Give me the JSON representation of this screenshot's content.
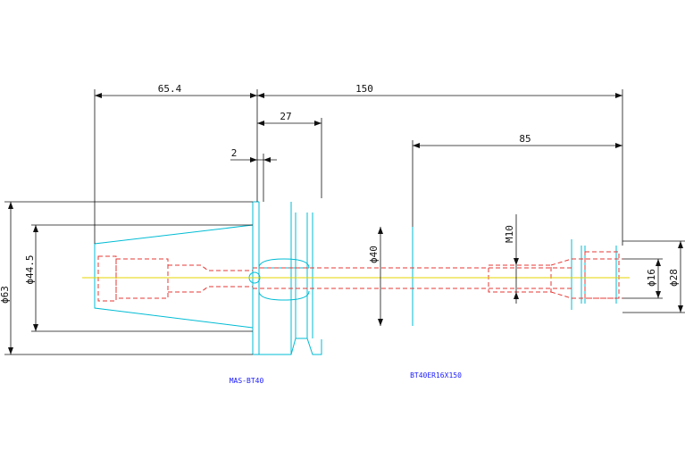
{
  "colors": {
    "outline": "#00bcd4",
    "hidden": "#e53935",
    "axis": "#e6d600",
    "dimension": "#111111",
    "label": "#1a1aff",
    "background": "#ffffff"
  },
  "dimensions": {
    "d_65_4": "65.4",
    "d_150": "150",
    "d_27": "27",
    "d_2": "2",
    "d_85": "85",
    "d_m10": "M10",
    "d_phi63": "ϕ63",
    "d_phi44_5": "ϕ44.5",
    "d_phi40": "ϕ40",
    "d_phi16": "ϕ16",
    "d_phi28": "ϕ28"
  },
  "labels": {
    "left_part": "MAS-BT40",
    "right_part": "BT40ER16X150"
  }
}
